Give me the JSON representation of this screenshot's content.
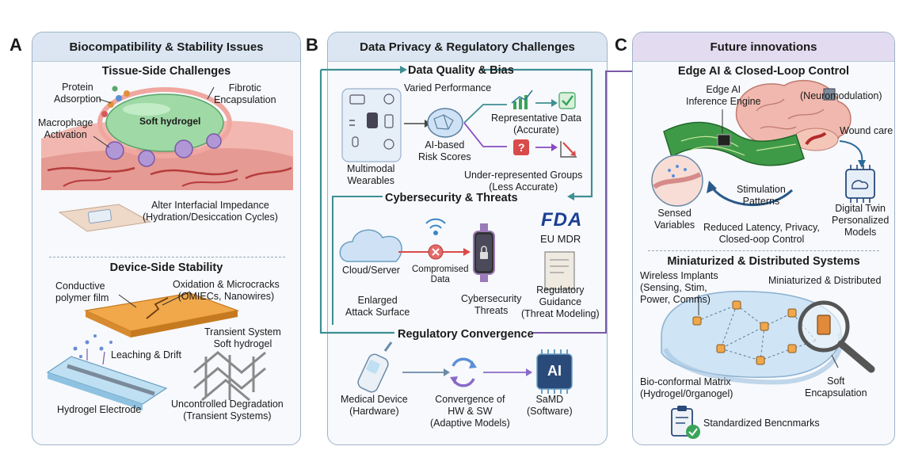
{
  "panels": {
    "a": {
      "letter": "A",
      "title": "Biocompatibility & Stability Issues",
      "tissue": {
        "title": "Tissue-Side Challenges",
        "protein": "Protein\nAdsorption",
        "fibrotic": "Fibrotic\nEncapsulation",
        "hydrogel": "Soft hydrogel",
        "macrophage": "Macrophage\nActivation",
        "impedance": "Alter Interfacial Impedance\n(Hydration/Desiccation Cycles)"
      },
      "device": {
        "title": "Device-Side Stability",
        "polymer": "Conductive\npolymer film",
        "oxidation": "Oxidation & Microcracks\n(OMIECs, Nanowires)",
        "transient": "Transient System\nSoft hydrogel",
        "leaching": "Leaching & Drift",
        "electrode": "Hydrogel Electrode",
        "degradation": "Uncontrolled Degradation\n(Transient Systems)"
      }
    },
    "b": {
      "letter": "B",
      "title": "Data Privacy & Regulatory Challenges",
      "quality": {
        "title": "Data Quality & Bias",
        "varied": "Varied Performance",
        "wearables": "Multimodal\nWearables",
        "ai_risk": "AI-based\nRisk Scores",
        "representative": "Representative Data\n(Accurate)",
        "under": "Under-represented Groups\n(Less Accurate)"
      },
      "cyber": {
        "title": "Cybersecurity & Threats",
        "cloud": "Cloud/Server",
        "compromised": "Compromised\nData",
        "fda": "FDA",
        "eu_mdr": "EU MDR",
        "attack": "Enlarged\nAttack Surface",
        "threats": "Cybersecurity\nThreats",
        "guidance": "Regulatory\nGuidance\n(Threat Modeling)"
      },
      "convergence": {
        "title": "Regulatory Convergence",
        "device": "Medical Device\n(Hardware)",
        "hwsw": "Convergence of\nHW & SW\n(Adaptive Models)",
        "ai_chip": "AI",
        "samd": "SaMD\n(Software)"
      }
    },
    "c": {
      "letter": "C",
      "title": "Future innovations",
      "edge": {
        "title": "Edge AI & Closed-Loop Control",
        "engine": "Edge AI\nInference Engine",
        "neuro": "(Neuromodulation)",
        "wound": "Wound care",
        "stimulation": "Stimulation\nPatterns",
        "sensed": "Sensed\nVariables",
        "reduced": "Reduced Latency, Privacy,\nClosed-oop Control",
        "twin": "Digital Twin\nPersonalized\nModels"
      },
      "mini": {
        "title": "Miniaturized & Distributed Systems",
        "wireless": "Wireless Implants\n(Sensing, Stim,\nPower, Comms)",
        "distributed": "Miniaturized & Distributed",
        "matrix": "Bio-conformal Matrix\n(Hydrogel/0rganogel)",
        "encapsulation": "Soft\nEncapsulation",
        "benchmarks": "Standardized Bencnmarks"
      }
    }
  },
  "colors": {
    "panel_border": "#9fb3c8",
    "header_a": "#dbe6f2",
    "header_b": "#dbe6f2",
    "header_c": "#e3dcf0",
    "arrow": "#5a7fa0",
    "tissue_red": "#e48c8c",
    "hydrogel_green": "#9fd9a6",
    "accent_red": "#d94a4a",
    "accent_green": "#3aa35a"
  }
}
